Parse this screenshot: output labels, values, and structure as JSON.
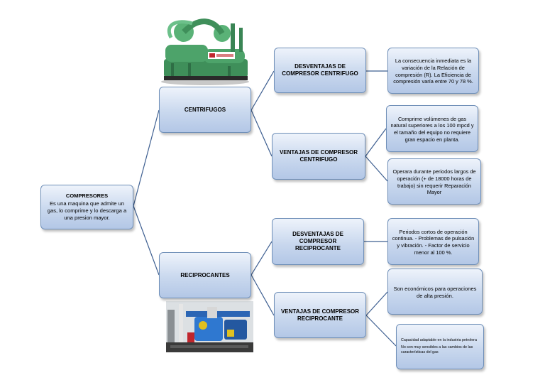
{
  "root": {
    "title": "COMPRESORES",
    "description": "Es una maquina que admite un gas, lo comprime y lo descarga a una presion mayor."
  },
  "branches": {
    "centrifugos": {
      "label": "CENTRIFUGOS",
      "desventajas": {
        "label": "DESVENTAJAS DE COMPRESOR CENTRIFUGO",
        "details": [
          "La consecuencia inmediata es la variación de la Relación de compresión (R). La Eficiencia de compresión varía entre 70 y 78 %."
        ]
      },
      "ventajas": {
        "label": "VENTAJAS DE COMPRESOR CENTRIFUGO",
        "details": [
          "Comprime volúmenes de gas natural superiores a los 100 mpcd y el tamaño del equipo no requiere gran espacio en planta.",
          "Operara durante periodos largos de operación (+ de 18000 horas de trabajo) sin requerir Reparación Mayor"
        ]
      }
    },
    "reciprocantes": {
      "label": "RECIPROCANTES",
      "desventajas": {
        "label": "DESVENTAJAS DE COMPRESOR RECIPROCANTE",
        "details": [
          "Periodos cortos de operación continua. - Problemas de pulsación y vibración. - Factor de servicio menor al 100 %."
        ]
      },
      "ventajas": {
        "label": "VENTAJAS DE COMPRESOR RECIPROCANTE",
        "details": [
          "Son económicos para operaciones de alta presión.",
          "Capacidad adaptable en la industria petrolera",
          "No son muy sensibles a las cambios de las características del gas"
        ]
      }
    }
  },
  "colors": {
    "node_fill": "#c9d8ee",
    "node_border": "#6f8fb8",
    "connector": "#3e5f91",
    "compressor_green": "#3f8f5a",
    "compressor_blue": "#2f6fb5"
  },
  "images": {
    "top": "centrifugal-compressor-photo",
    "bottom": "reciprocating-compressor-photo"
  }
}
